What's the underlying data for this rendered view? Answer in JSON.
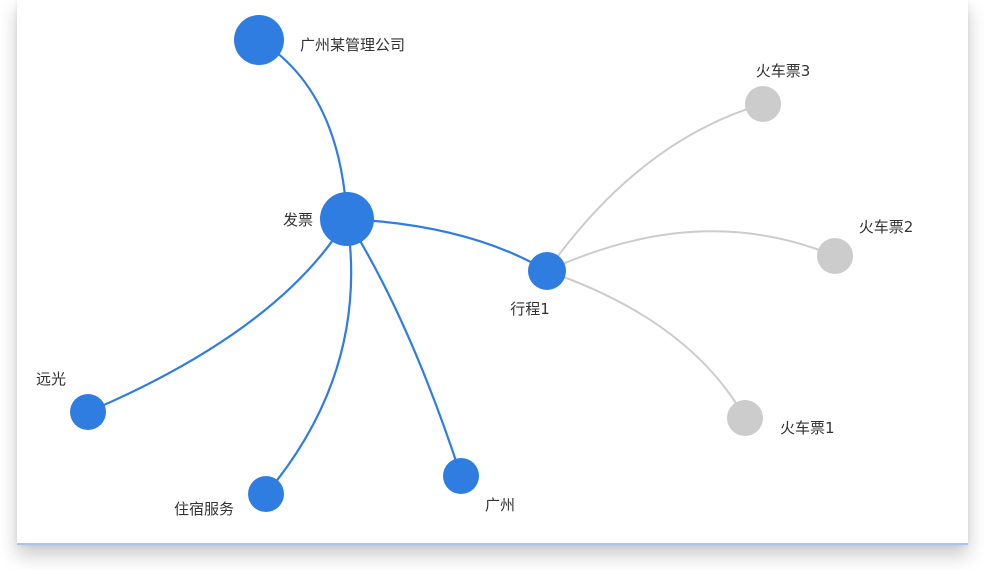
{
  "graph": {
    "colors": {
      "active": "#2f7de1",
      "inactive": "#cccccc",
      "label": "#333333"
    },
    "nodes": [
      {
        "id": "company",
        "label": "广州某管理公司",
        "state": "active"
      },
      {
        "id": "invoice",
        "label": "发票",
        "state": "active"
      },
      {
        "id": "trip1",
        "label": "行程1",
        "state": "active"
      },
      {
        "id": "train3",
        "label": "火车票3",
        "state": "inactive"
      },
      {
        "id": "train2",
        "label": "火车票2",
        "state": "inactive"
      },
      {
        "id": "train1",
        "label": "火车票1",
        "state": "inactive"
      },
      {
        "id": "yuanguang",
        "label": "远光",
        "state": "active"
      },
      {
        "id": "lodging",
        "label": "住宿服务",
        "state": "active"
      },
      {
        "id": "guangzhou",
        "label": "广州",
        "state": "active"
      }
    ],
    "edges": [
      {
        "from": "invoice",
        "to": "company",
        "state": "active"
      },
      {
        "from": "invoice",
        "to": "trip1",
        "state": "active"
      },
      {
        "from": "invoice",
        "to": "yuanguang",
        "state": "active"
      },
      {
        "from": "invoice",
        "to": "lodging",
        "state": "active"
      },
      {
        "from": "invoice",
        "to": "guangzhou",
        "state": "active"
      },
      {
        "from": "trip1",
        "to": "train3",
        "state": "inactive"
      },
      {
        "from": "trip1",
        "to": "train2",
        "state": "inactive"
      },
      {
        "from": "trip1",
        "to": "train1",
        "state": "inactive"
      }
    ]
  }
}
